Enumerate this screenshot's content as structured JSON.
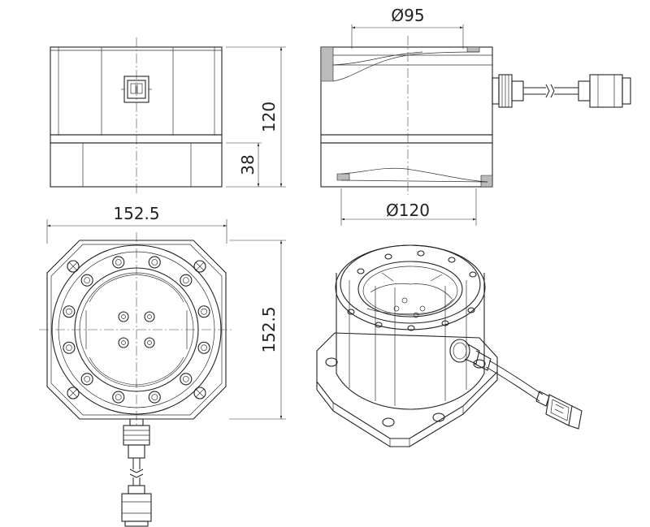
{
  "drawing": {
    "dimensions": {
      "top_diameter": "Ø95",
      "bottom_diameter": "Ø120",
      "total_height": "120",
      "base_height": "38",
      "width": "152.5",
      "depth": "152.5"
    },
    "colors": {
      "line": "#222222",
      "hatch": "#bbbbbb",
      "background": "#ffffff"
    }
  }
}
